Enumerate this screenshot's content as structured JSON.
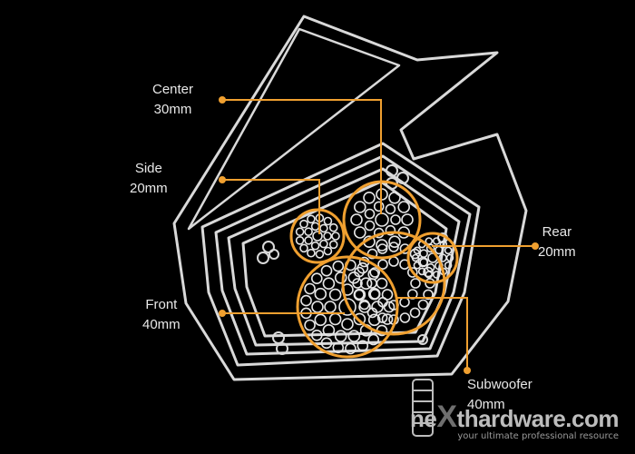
{
  "labels": {
    "center": {
      "name": "Center",
      "size": "30mm"
    },
    "side": {
      "name": "Side",
      "size": "20mm"
    },
    "rear": {
      "name": "Rear",
      "size": "20mm"
    },
    "front": {
      "name": "Front",
      "size": "40mm"
    },
    "subwoofer": {
      "name": "Subwoofer",
      "size": "40mm"
    }
  },
  "watermark": {
    "brand_prefix": "ne",
    "brand_x": "X",
    "brand_suffix": "thardware.com",
    "tagline": "your ultimate professional resource"
  },
  "colors": {
    "accent": "#f0a030",
    "outline": "#d9d9d9",
    "background": "#000000"
  }
}
